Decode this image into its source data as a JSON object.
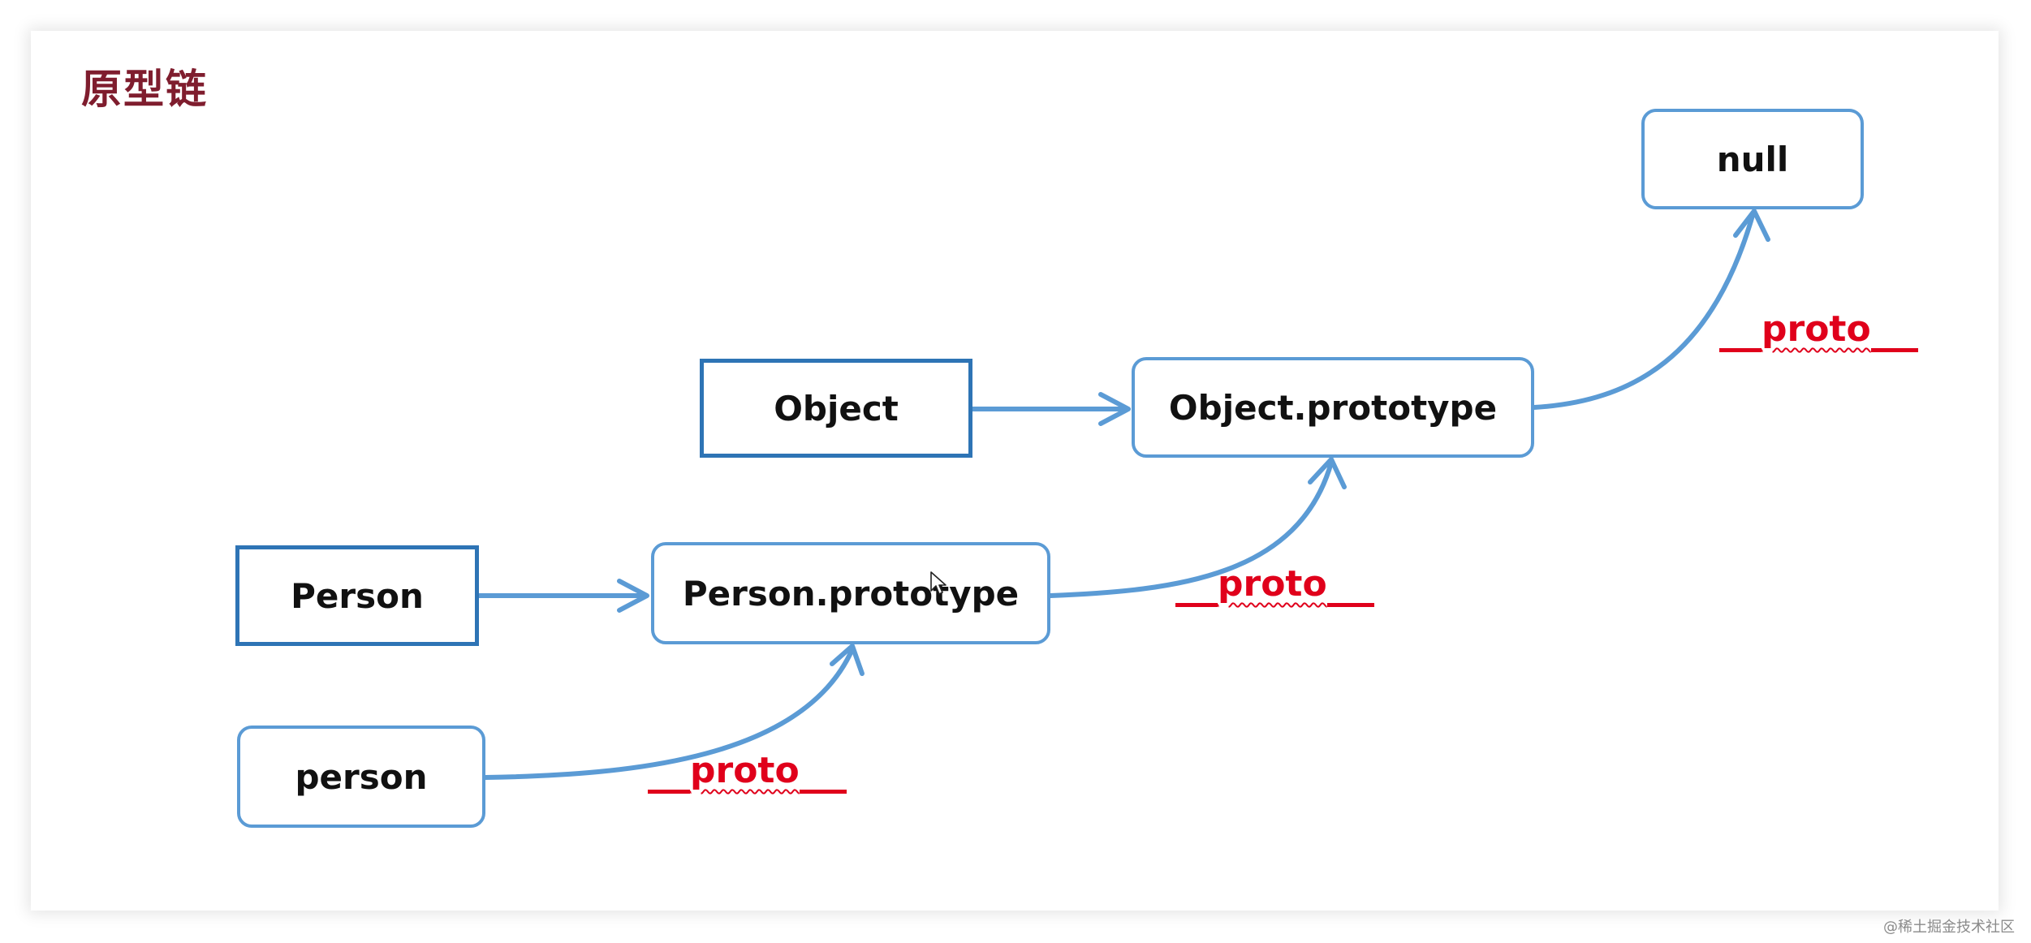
{
  "title": "原型链",
  "nodes": {
    "null": "null",
    "object": "Object",
    "object_prototype": "Object.prototype",
    "person_constructor": "Person",
    "person_prototype": "Person.prototype",
    "person_instance": "person"
  },
  "links": {
    "proto_label": "proto"
  },
  "watermark": "@稀土掘金技术社区",
  "colors": {
    "title": "#7f1d2e",
    "box_border_dark": "#2e74b5",
    "box_border_light": "#5b9bd5",
    "arrow": "#5b9bd5",
    "proto_label": "#e0001b"
  },
  "icons": {
    "cursor": "mouse-pointer-icon"
  }
}
